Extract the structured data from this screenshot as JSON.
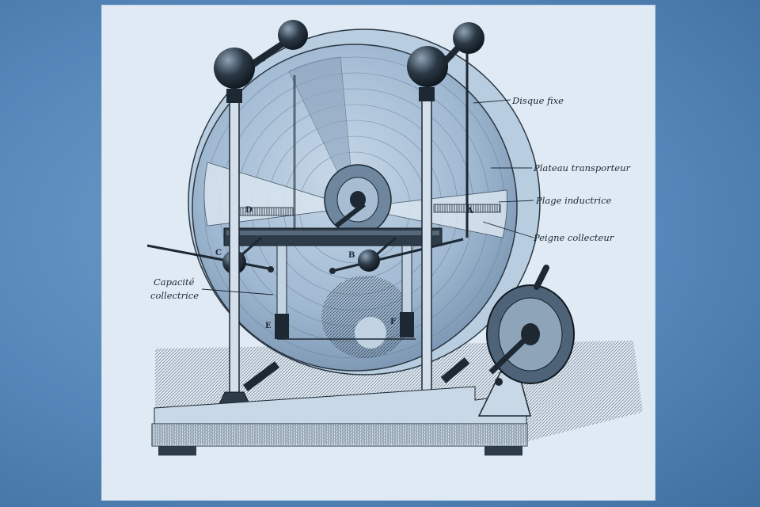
{
  "labels": {
    "disque_fixe": "Disque fixe",
    "plateau_transporteur": "Plateau transporteur",
    "plage_inductrice": "Plage inductrice",
    "peigne_collecteur": "Peigne collecteur",
    "capacite_line1": "Capacité",
    "capacite_line2": "collectrice"
  },
  "letters": {
    "a": "A",
    "b": "B",
    "c": "C",
    "d": "D",
    "e": "E",
    "f": "F"
  },
  "colors": {
    "background": "#5587ba",
    "plate": "#dfeaf4",
    "ink": "#1d2833",
    "disc": "#a9c2da"
  }
}
